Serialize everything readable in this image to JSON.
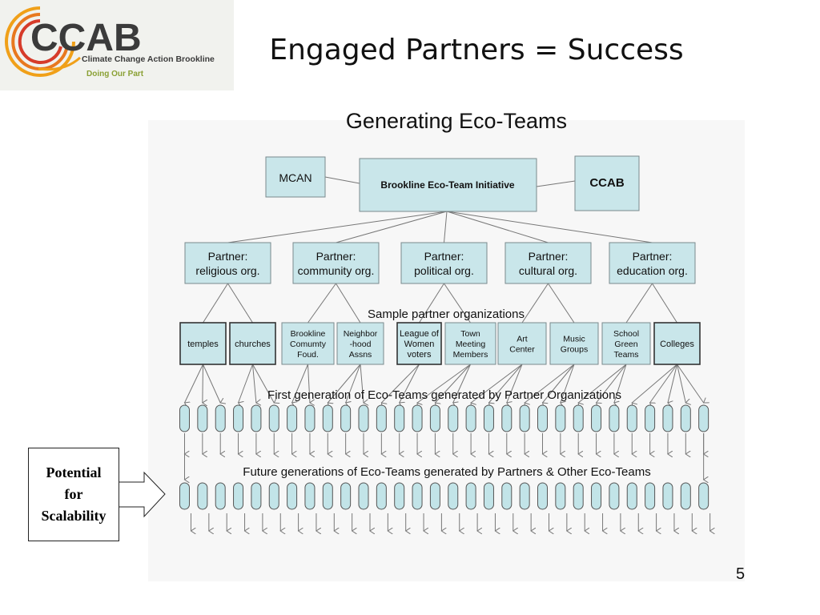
{
  "logo": {
    "letters": "CCAB",
    "name": "Climate Change Action Brookline",
    "tagline": "Doing Our Part"
  },
  "slide": {
    "title": "Engaged Partners = Success",
    "page_number": "5"
  },
  "diagram": {
    "title": "Generating Eco-Teams",
    "root": {
      "label": "Brookline Eco-Team Initiative",
      "left_partner": "MCAN",
      "right_partner": "CCAB"
    },
    "partners": [
      {
        "lines": [
          "Partner:",
          "religious org."
        ]
      },
      {
        "lines": [
          "Partner:",
          "community org."
        ]
      },
      {
        "lines": [
          "Partner:",
          "political org."
        ]
      },
      {
        "lines": [
          "Partner:",
          "cultural org."
        ]
      },
      {
        "lines": [
          "Partner:",
          "education org."
        ]
      }
    ],
    "sample_label": "Sample partner organizations",
    "orgs": [
      {
        "lines": [
          "temples"
        ],
        "bold": true
      },
      {
        "lines": [
          "churches"
        ],
        "bold": true
      },
      {
        "lines": [
          "Brookline",
          "Comumty",
          "Foud."
        ],
        "bold": false
      },
      {
        "lines": [
          "Neighbor",
          "-hood",
          "Assns"
        ],
        "bold": false
      },
      {
        "lines": [
          "League of",
          "Women",
          "voters"
        ],
        "bold": true
      },
      {
        "lines": [
          "Town",
          "Meeting",
          "Members"
        ],
        "bold": false
      },
      {
        "lines": [
          "Art",
          "Center"
        ],
        "bold": false
      },
      {
        "lines": [
          "Music",
          "Groups"
        ],
        "bold": false
      },
      {
        "lines": [
          "School",
          "Green",
          "Teams"
        ],
        "bold": false
      },
      {
        "lines": [
          "Colleges"
        ],
        "bold": true
      }
    ],
    "first_gen_label": "First generation of Eco-Teams generated by Partner Organizations",
    "future_gen_label": "Future generations of Eco-Teams generated by Partners & Other Eco-Teams"
  },
  "callout": {
    "lines": [
      "Potential",
      "for",
      "Scalability"
    ]
  },
  "colors": {
    "box_fill": "#c9e6ea",
    "box_stroke": "#7a8a8c",
    "pill_fill": "#c2e4e8",
    "line": "#777777",
    "logo_orange": "#f0a019",
    "logo_red": "#d63b2a",
    "logo_green": "#8aa034"
  }
}
